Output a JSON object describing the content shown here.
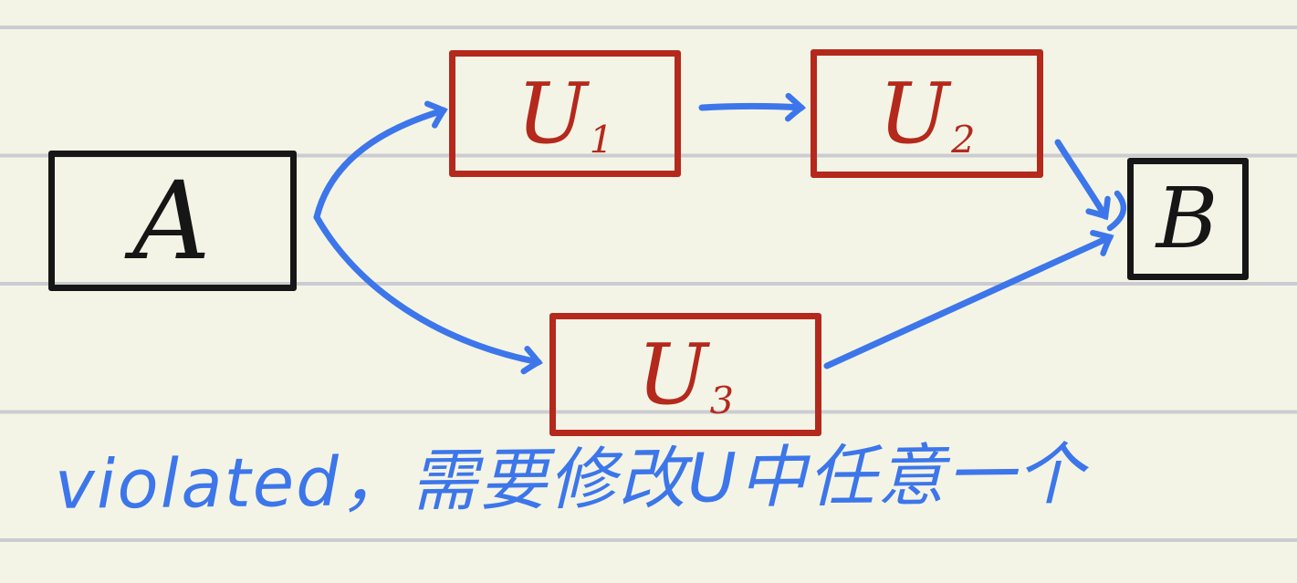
{
  "page": {
    "background_color": "#f4f4e6",
    "ruled_line_color": "#cbccd2"
  },
  "palette": {
    "ink_black": "#161616",
    "ink_red": "#b4291c",
    "ink_blue": "#3c76ea"
  },
  "diagram": {
    "nodes": [
      {
        "id": "A",
        "label": "A",
        "sub": "",
        "box_color": "black"
      },
      {
        "id": "U1",
        "label": "U",
        "sub": "1",
        "box_color": "red"
      },
      {
        "id": "U2",
        "label": "U",
        "sub": "2",
        "box_color": "red"
      },
      {
        "id": "U3",
        "label": "U",
        "sub": "3",
        "box_color": "red"
      },
      {
        "id": "B",
        "label": "B",
        "sub": "",
        "box_color": "black"
      }
    ],
    "edges": [
      {
        "from": "A",
        "to": "U1"
      },
      {
        "from": "U1",
        "to": "U2"
      },
      {
        "from": "U2",
        "to": "B"
      },
      {
        "from": "A",
        "to": "U3"
      },
      {
        "from": "U3",
        "to": "B"
      }
    ]
  },
  "caption": {
    "text": "violated，需要修改U中任意一个"
  }
}
